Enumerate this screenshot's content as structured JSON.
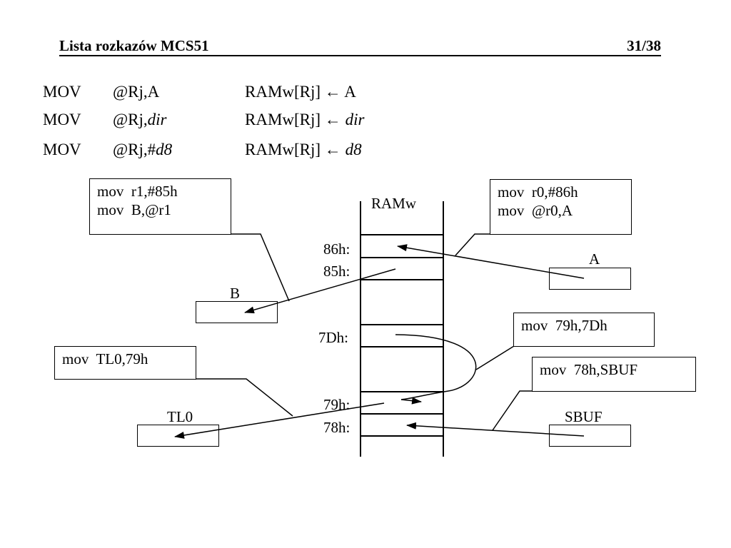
{
  "header": {
    "title": "Lista rozkazów MCS51",
    "page": "31/38"
  },
  "instructions": [
    {
      "op": "MOV",
      "operand": "@Rj,A",
      "operand_plain": "@Rj,",
      "operand_italic": "",
      "operand_tail": "A",
      "effect": "RAMw[Rj] ← ",
      "effect_italic": "",
      "effect_tail": "A"
    },
    {
      "op": "MOV",
      "operand_plain": "@Rj,",
      "operand_italic": "dir",
      "operand_tail": "",
      "effect": "RAMw[Rj] ← ",
      "effect_italic": "dir",
      "effect_tail": ""
    },
    {
      "op": "MOV",
      "operand_plain": "@Rj,#",
      "operand_italic": "d8",
      "operand_tail": "",
      "effect": "RAMw[Rj] ← ",
      "effect_italic": "d8",
      "effect_tail": ""
    }
  ],
  "diagram": {
    "memory_title": "RAMw",
    "addresses": [
      "86h:",
      "85h:",
      "7Dh:",
      "79h:",
      "78h:"
    ],
    "code_boxes": {
      "left_top": "mov  r1,#85h\nmov  B,@r1",
      "right_top": "mov  r0,#86h\nmov  @r0,A",
      "mid_right": "mov  79h,7Dh",
      "left_mid": "mov  TL0,79h",
      "right_low": "mov  78h,SBUF"
    },
    "registers": {
      "A": "A",
      "B": "B",
      "TL0": "TL0",
      "SBUF": "SBUF"
    }
  }
}
